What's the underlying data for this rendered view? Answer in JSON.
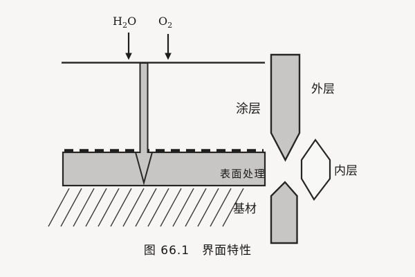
{
  "figure": {
    "caption": "图 66.1　界面特性",
    "labels": {
      "h2o": {
        "base": "H",
        "sub": "2",
        "tail": "O"
      },
      "o2": {
        "base": "O",
        "sub": "2"
      },
      "coating": "涂层",
      "surface_treatment": "表面处理",
      "substrate": "基材",
      "outer_layer": "外层",
      "inner_layer": "内层"
    },
    "colors": {
      "background": "#f7f6f4",
      "shape_fill": "#c7c6c4",
      "hexagon_fill": "#f8f8f6",
      "outline": "#262626",
      "text": "#1a1a1a"
    }
  }
}
